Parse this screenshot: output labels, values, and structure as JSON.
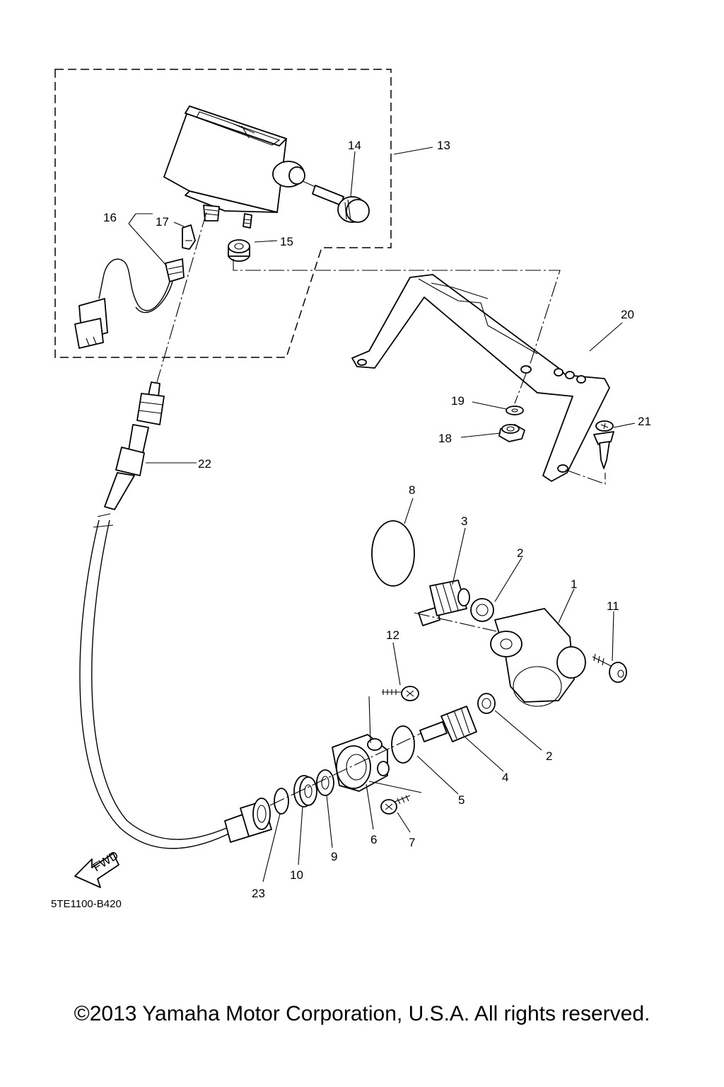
{
  "diagram": {
    "callouts": {
      "c1": "1",
      "c2a": "2",
      "c2b": "2",
      "c3": "3",
      "c4": "4",
      "c5": "5",
      "c6": "6",
      "c7": "7",
      "c8": "8",
      "c9": "9",
      "c10": "10",
      "c11": "11",
      "c12": "12",
      "c13": "13",
      "c14": "14",
      "c15": "15",
      "c16": "16",
      "c17": "17",
      "c18": "18",
      "c19": "19",
      "c20": "20",
      "c21": "21",
      "c22": "22",
      "c23": "23"
    },
    "fwd_label": "FWD",
    "diagram_code": "5TE1100-B420"
  },
  "footer": {
    "copyright": "©2013 Yamaha Motor Corporation, U.S.A. All rights reserved."
  }
}
